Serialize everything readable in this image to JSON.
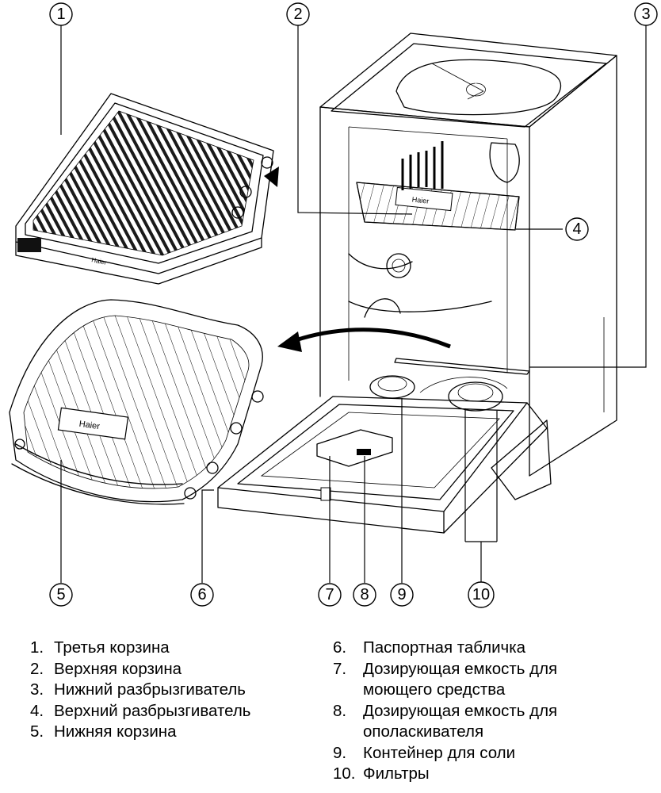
{
  "callouts": [
    "1",
    "2",
    "3",
    "4",
    "5",
    "6",
    "7",
    "8",
    "9",
    "10"
  ],
  "brand": "Haier",
  "legend": {
    "left": [
      {
        "num": "1.",
        "text": "Третья корзина"
      },
      {
        "num": "2.",
        "text": "Верхняя корзина"
      },
      {
        "num": "3.",
        "text": "Нижний разбрызгиватель"
      },
      {
        "num": "4.",
        "text": "Верхний разбрызгиватель"
      },
      {
        "num": "5.",
        "text": "Нижняя корзина"
      }
    ],
    "right": [
      {
        "num": "6.",
        "text": "Паспортная табличка"
      },
      {
        "num": "7.",
        "text": "Дозирующая емкость для моющего средства"
      },
      {
        "num": "8.",
        "text": "Дозирующая емкость для ополаскивателя"
      },
      {
        "num": "9.",
        "text": "Контейнер для соли"
      },
      {
        "num": "10.",
        "text": "Фильтры"
      }
    ]
  }
}
